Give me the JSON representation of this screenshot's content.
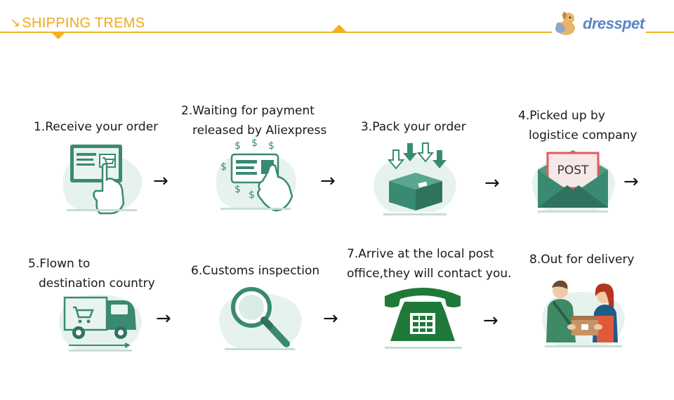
{
  "header": {
    "title": "SHIPPING TREMS",
    "brand": "dresspet",
    "accent_color": "#f2b01e",
    "brand_color": "#5b86c5"
  },
  "steps": [
    {
      "label_line1": "1.Receive your order",
      "label_line2": "",
      "icon": "tablet-shopping-cart-icon"
    },
    {
      "label_line1": "2.Waiting for payment",
      "label_line2": "released by Aliexpress",
      "icon": "card-payment-icon"
    },
    {
      "label_line1": "3.Pack your order",
      "label_line2": "",
      "icon": "package-box-icon"
    },
    {
      "label_line1": "4.Picked up by",
      "label_line2": "logistice company",
      "icon": "post-envelope-icon"
    },
    {
      "label_line1": "5.Flown to",
      "label_line2": "destination country",
      "icon": "delivery-truck-icon"
    },
    {
      "label_line1": "6.Customs inspection",
      "label_line2": "",
      "icon": "magnifier-icon"
    },
    {
      "label_line1": "7.Arrive at the local post",
      "label_line2": "office,they will contact you.",
      "icon": "telephone-icon"
    },
    {
      "label_line1": "8.Out for delivery",
      "label_line2": "",
      "icon": "courier-delivery-icon"
    }
  ],
  "arrow_glyph": "→",
  "colors": {
    "icon_green": "#3a8a73",
    "icon_light": "#e6f2ee",
    "phone_green": "#1f7a3a",
    "post_red": "#e85a5a"
  }
}
